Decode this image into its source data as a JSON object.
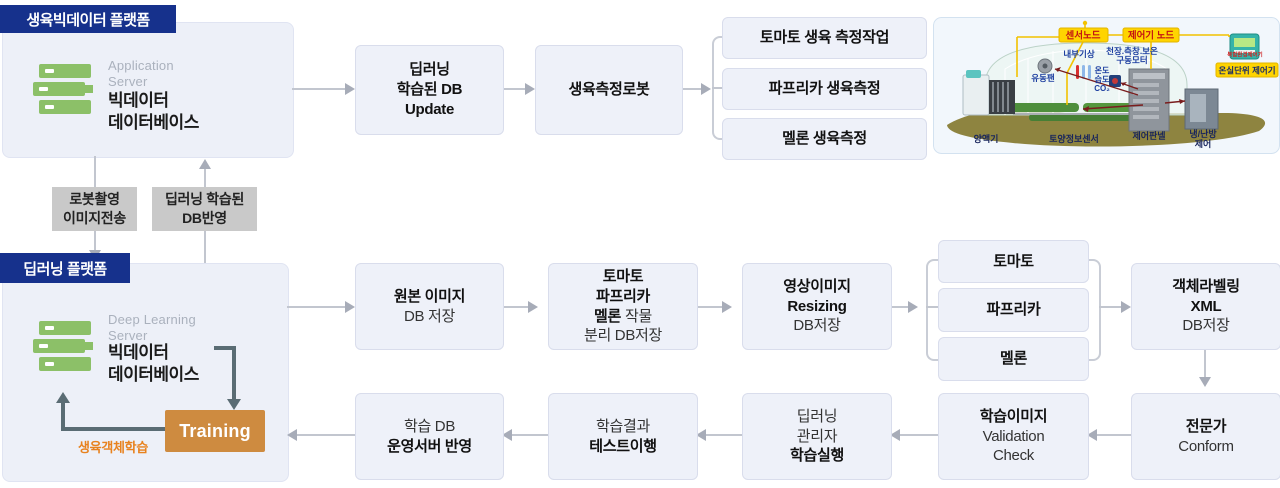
{
  "colors": {
    "navy": "#16318C",
    "box_fill": "#EEF1F9",
    "box_border": "#D9DDEC",
    "chip_gray": "#C9C9C9",
    "arrow_gray": "#A7ACB8",
    "server_green": "#8CC068",
    "training_orange": "#CE8B40",
    "note_orange": "#E8821E",
    "slate_arrow": "#5A6C74"
  },
  "platform_top": {
    "badge": "생육빅데이터 플랫폼",
    "server_type": [
      "Application",
      "Server"
    ],
    "server_name": [
      "빅데이터",
      "데이터베이스"
    ]
  },
  "flow_top": {
    "db_update": [
      "딥러닝",
      "학습된 DB",
      "Update"
    ],
    "robot": "생육측정로봇",
    "tasks": [
      "토마토 생육 측정작업",
      "파프리카 생육측정",
      "멜론 생육측정"
    ]
  },
  "transfer": {
    "down": [
      "로봇촬영",
      "이미지전송"
    ],
    "up": [
      "딥러닝 학습된",
      "DB반영"
    ]
  },
  "platform_bottom": {
    "badge": "딥러닝 플랫폼",
    "server_type": [
      "Deep Learning",
      "Server"
    ],
    "server_name": [
      "빅데이터",
      "데이터베이스"
    ],
    "training": "Training",
    "training_note": "생육객체학습"
  },
  "flow_mid": {
    "original": [
      "원본 이미지",
      "DB 저장"
    ],
    "separate": [
      "토마토",
      "파프리카",
      "멜론",
      "작물",
      "분리 DB저장"
    ],
    "resizing": [
      "영상이미지",
      "Resizing",
      "DB저장"
    ],
    "crops": [
      "토마토",
      "파프리카",
      "멜론"
    ],
    "labeling": [
      "객체라벨링",
      "XML",
      "DB저장"
    ]
  },
  "flow_bottom": {
    "conform": [
      "전문가",
      "Conform"
    ],
    "validation": [
      "학습이미지",
      "Validation",
      "Check"
    ],
    "admin": [
      "딥러닝",
      "관리자",
      "학습실행"
    ],
    "test": [
      "학습결과",
      "테스트이행"
    ],
    "deploy": [
      "학습 DB",
      "운영서버 반영"
    ]
  },
  "photo": {
    "labels": {
      "sensor_node": "센서노드",
      "controller_node": "제어기 노드",
      "unit_controller": "온실단위 제어기",
      "device": "복합환경제어기",
      "inner_weather": "내부기상",
      "motor1": "천장.측창.보온",
      "motor2": "구동모터",
      "temp": "온도",
      "humidity": "습도",
      "co2": "CO₂",
      "fan": "유동팬",
      "nutrient": "양액기",
      "soil_sensor": "토양정보센서",
      "control_panel": "제어판넬",
      "hvac1": "냉/난방",
      "hvac2": "제어"
    }
  }
}
